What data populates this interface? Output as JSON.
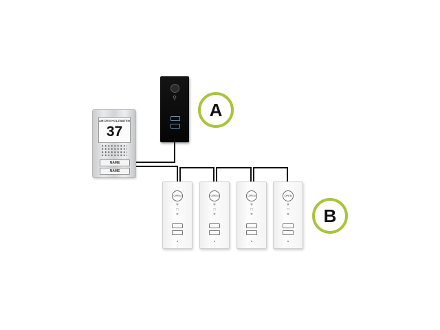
{
  "labels": {
    "video_station": "A",
    "indoor_units": "B"
  },
  "outdoor_station": {
    "street": "AM DEN HOLZWATEN",
    "house_number": "37",
    "bell_1": "NAME",
    "bell_2": "NAME"
  },
  "indoor_unit": {
    "button_label": "OPEN"
  },
  "indoor_units": [
    {
      "id": "1"
    },
    {
      "id": "2"
    },
    {
      "id": "3"
    },
    {
      "id": "4"
    }
  ],
  "colors": {
    "badge_ring": "#a8c43a",
    "wire": "#111111",
    "video_panel": "#0a0a0a",
    "indoor_panel": "#f7f7f7"
  }
}
